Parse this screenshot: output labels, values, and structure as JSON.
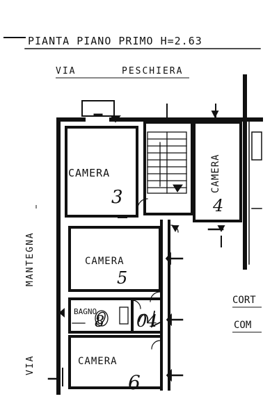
{
  "title": "PIANTA PIANO PRIMO H=2.63",
  "street_north_a": "VIA",
  "street_north_b": "PESCHIERA",
  "street_west": "MANTEGNA",
  "street_west_via": "VIA",
  "courtyard_a": "CORT",
  "courtyard_b": "COM",
  "rooms": [
    {
      "label": "CAMERA",
      "number": "3"
    },
    {
      "label": "CAMERA",
      "number": "4"
    },
    {
      "label": "CAMERA",
      "number": "5"
    },
    {
      "label": "BAGNO",
      "number": "8"
    },
    {
      "label": "",
      "number": "04"
    },
    {
      "label": "CAMERA",
      "number": "6"
    }
  ]
}
